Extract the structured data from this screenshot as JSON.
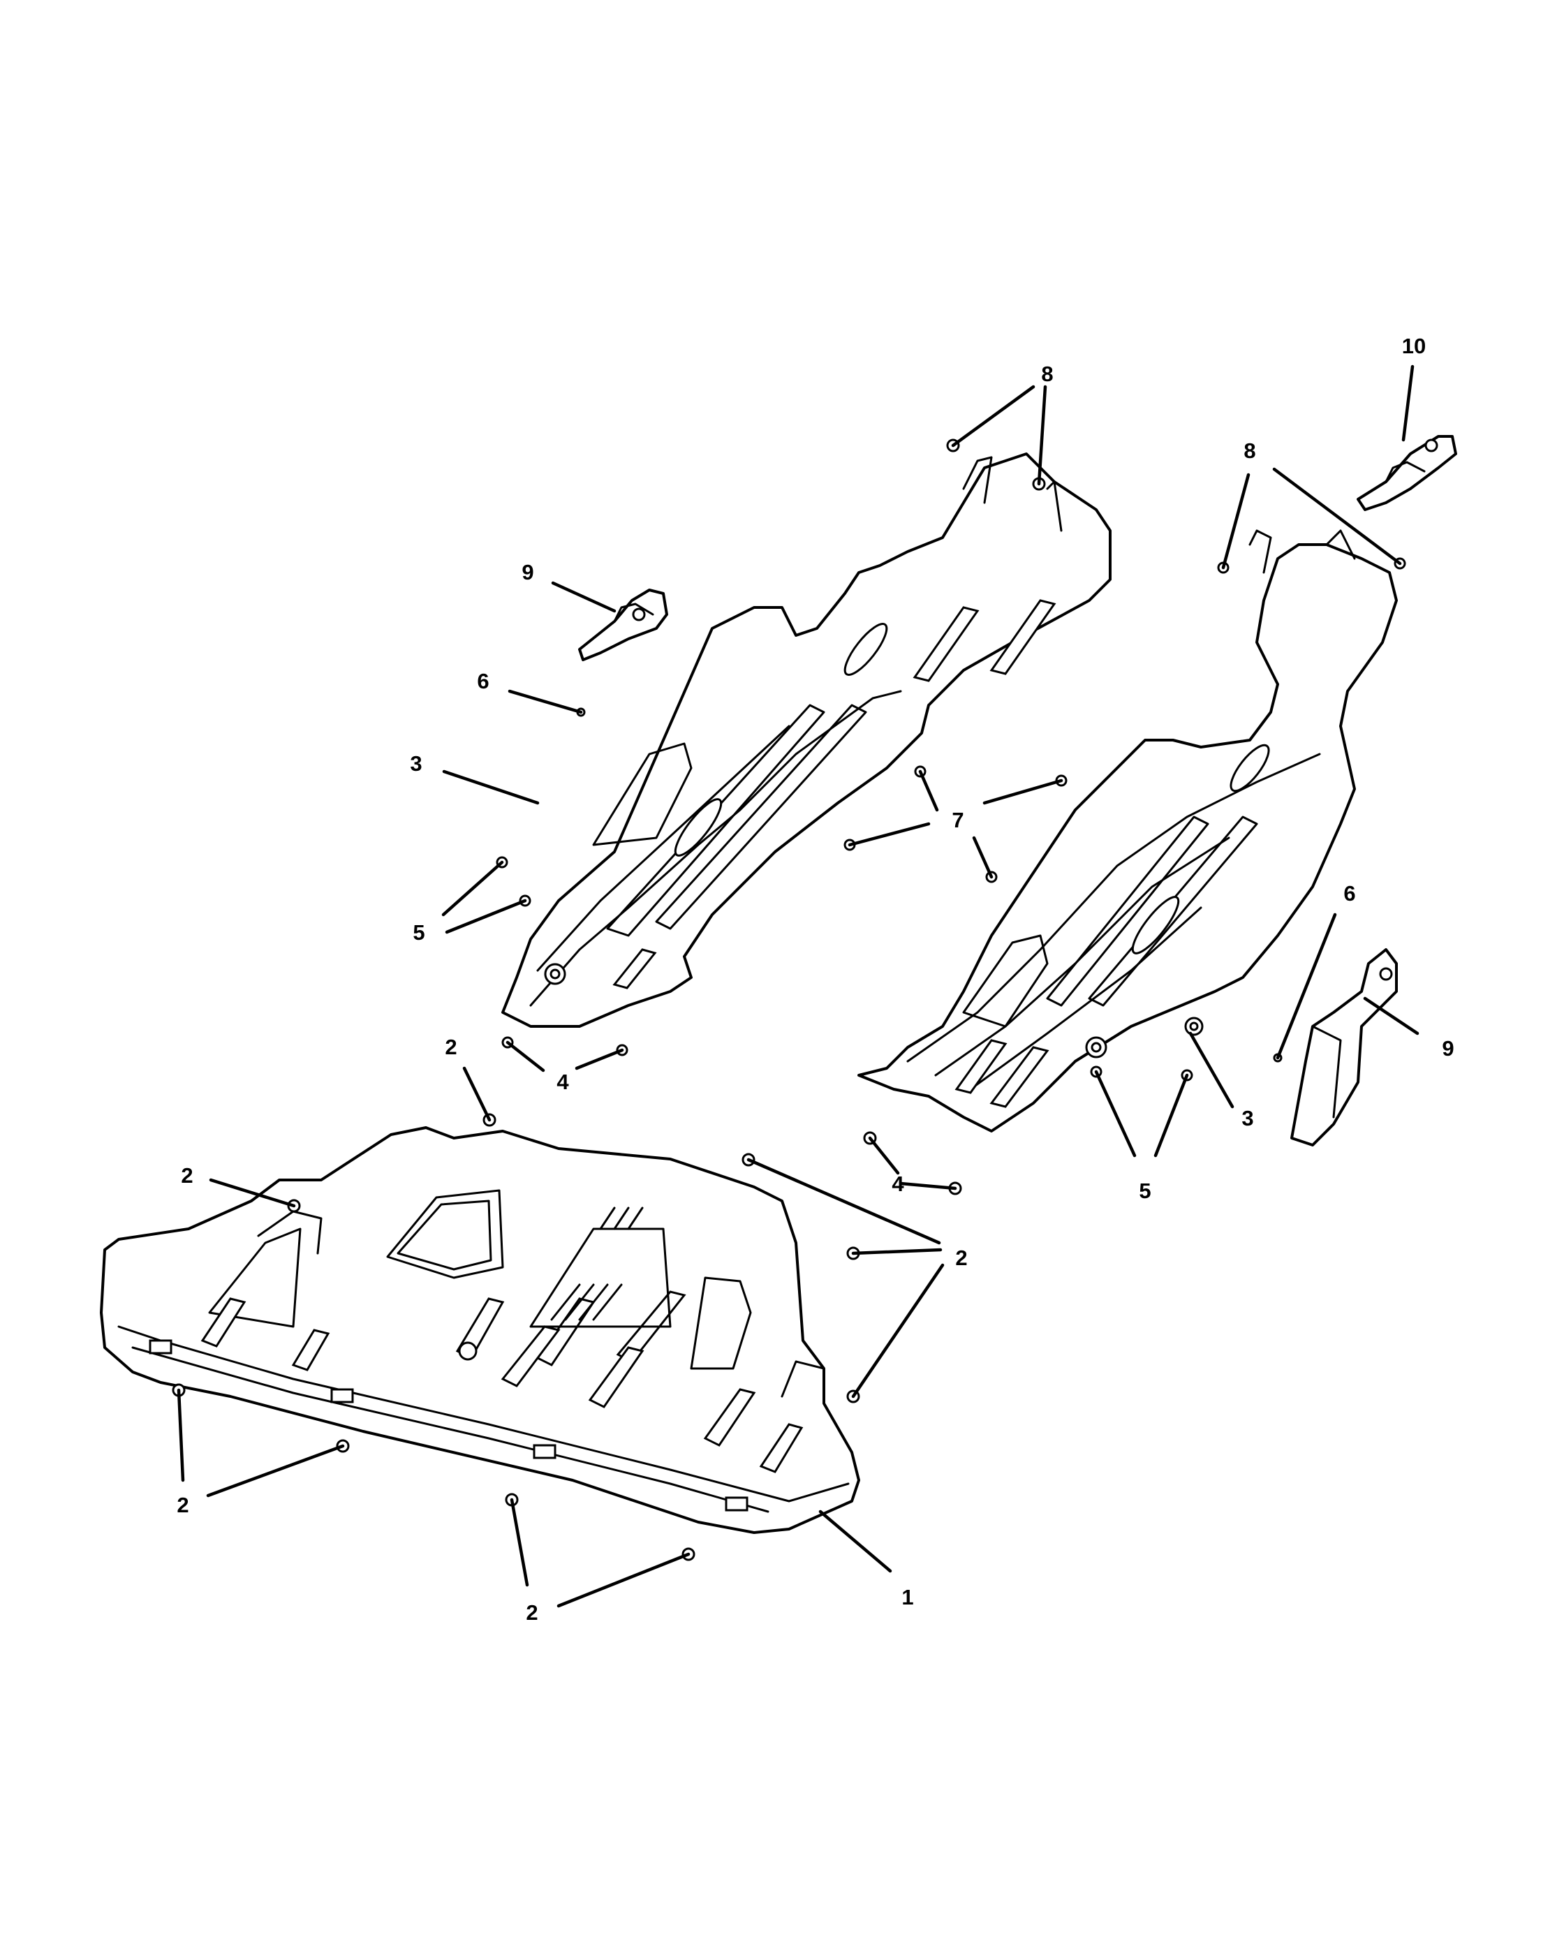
{
  "callouts": [
    {
      "id": "c1",
      "label": "1"
    },
    {
      "id": "c2a",
      "label": "2"
    },
    {
      "id": "c2b",
      "label": "2"
    },
    {
      "id": "c2c",
      "label": "2"
    },
    {
      "id": "c2d",
      "label": "2"
    },
    {
      "id": "c2e",
      "label": "2"
    },
    {
      "id": "c3a",
      "label": "3"
    },
    {
      "id": "c3b",
      "label": "3"
    },
    {
      "id": "c4a",
      "label": "4"
    },
    {
      "id": "c4b",
      "label": "4"
    },
    {
      "id": "c5a",
      "label": "5"
    },
    {
      "id": "c5b",
      "label": "5"
    },
    {
      "id": "c6a",
      "label": "6"
    },
    {
      "id": "c6b",
      "label": "6"
    },
    {
      "id": "c7",
      "label": "7"
    },
    {
      "id": "c8a",
      "label": "8"
    },
    {
      "id": "c8b",
      "label": "8"
    },
    {
      "id": "c9a",
      "label": "9"
    },
    {
      "id": "c9b",
      "label": "9"
    },
    {
      "id": "c10",
      "label": "10"
    }
  ]
}
